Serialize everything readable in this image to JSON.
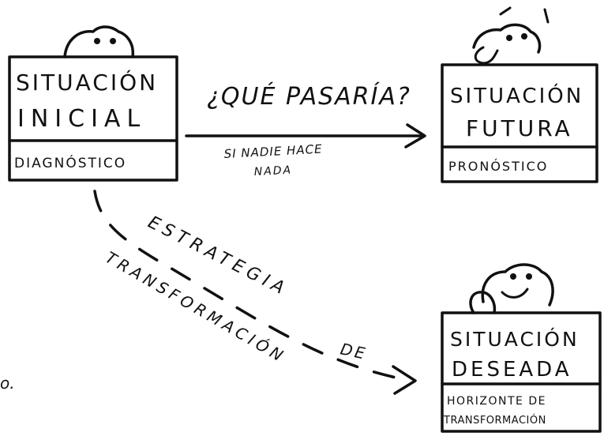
{
  "boxes": {
    "initial": {
      "line1": "SITUACIÓN",
      "line2": "INICIAL",
      "footer": "DIAGNÓSTICO"
    },
    "future": {
      "line1": "SITUACIÓN",
      "line2": "FUTURA",
      "footer": "PRONÓSTICO"
    },
    "desired": {
      "line1": "SITUACIÓN",
      "line2": "DESEADA",
      "footer1": "HORIZONTE DE",
      "footer2": "TRANSFORMACIÓN"
    }
  },
  "arrows": {
    "top_label": "¿QUÉ PASARÍA?",
    "top_sub1": "SI NADIE HACE",
    "top_sub2": "NADA",
    "diag_line1": "ESTRATEGIA",
    "diag_line2": "TRANSFORMACIÓN",
    "diag_de": "DE"
  },
  "fragment": "o."
}
